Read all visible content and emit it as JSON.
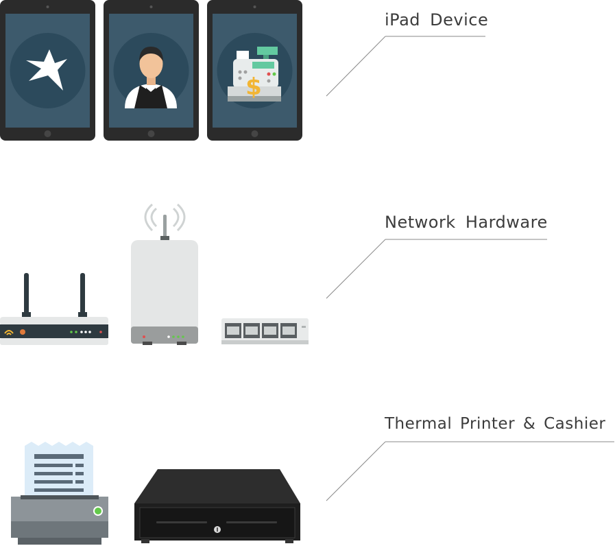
{
  "sections": [
    {
      "title": "iPad Device"
    },
    {
      "title": "Network Hardware"
    },
    {
      "title": "Thermal Printer & Cashier"
    }
  ],
  "colors": {
    "tablet_body": "#2b2b2b",
    "tablet_screen": "#3d5a6c",
    "tablet_circle": "#2c4a5c",
    "accent_yellow": "#f2b534",
    "accent_green": "#63c94a",
    "text": "#3c3c3c",
    "line": "#8a8a8a"
  },
  "icons": [
    "star-logo-icon",
    "waiter-icon",
    "cash-register-icon",
    "router-icon",
    "access-point-icon",
    "network-switch-icon",
    "thermal-printer-icon",
    "cash-drawer-icon"
  ]
}
